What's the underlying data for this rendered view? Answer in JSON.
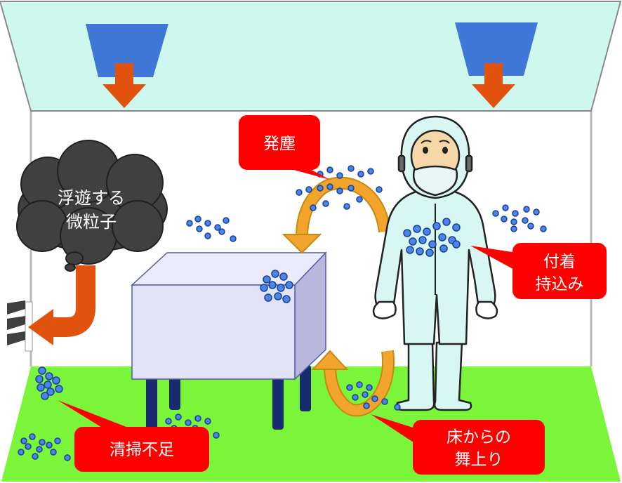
{
  "labels": {
    "dust_generation": "発塵",
    "floating_particles_line1": "浮遊する",
    "floating_particles_line2": "微粒子",
    "attach_line1": "付着",
    "attach_line2": "持込み",
    "floor_line1": "床からの",
    "floor_line2": "舞上り",
    "cleaning": "清掃不足"
  },
  "colors": {
    "ceiling": "#cef8ee",
    "floor": "#7af53a",
    "callout": "#ff0000",
    "cloud": "#404040",
    "particle": "#4a86e8",
    "flow_arrow": "#e2520f",
    "cycle_arrow": "#f2a52a",
    "filter": "#3f78d6",
    "suit": "#d8f6f2",
    "table": "#e2e2f7"
  },
  "icons": [
    "hepa-filter-icon",
    "downflow-arrow-icon",
    "exhaust-vent-icon",
    "thought-cloud-icon",
    "cleanroom-worker-icon"
  ]
}
